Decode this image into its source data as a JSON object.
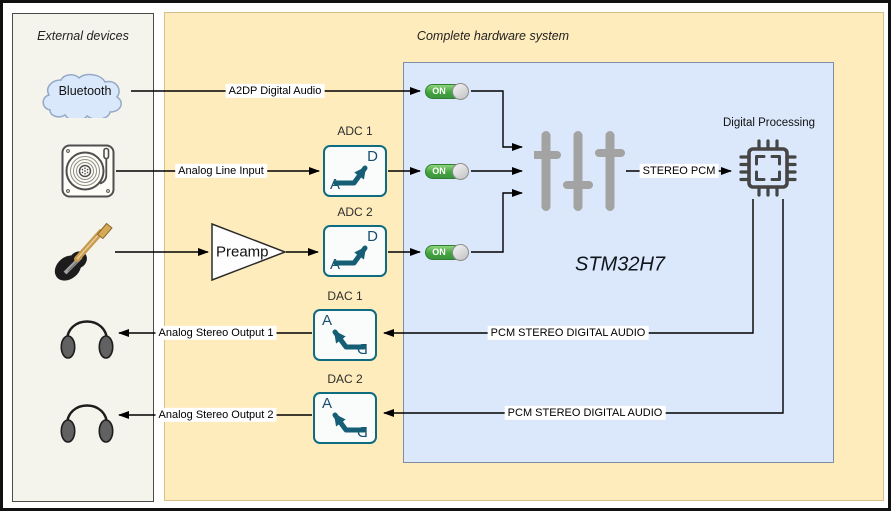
{
  "diagram": {
    "left_panel_title": "External devices",
    "right_panel_title": "Complete hardware system",
    "mcu_label": "STM32H7"
  },
  "devices": {
    "bluetooth_label": "Bluetooth"
  },
  "blocks": {
    "adc1": "ADC 1",
    "adc2": "ADC 2",
    "dac1": "DAC 1",
    "dac2": "DAC 2",
    "preamp": "Preamp",
    "digital_processing": "Digital Processing",
    "letter_a": "A",
    "letter_d": "D"
  },
  "switch": {
    "on_label": "ON"
  },
  "connections": {
    "a2dp": "A2DP Digital Audio",
    "analog_line_input": "Analog Line Input",
    "stereo_pcm": "STEREO PCM",
    "pcm_stereo_1": "PCM STEREO DIGITAL AUDIO",
    "pcm_stereo_2": "PCM STEREO DIGITAL AUDIO",
    "analog_out_1": "Analog Stereo Output 1",
    "analog_out_2": "Analog Stereo Output 2"
  },
  "colors": {
    "external_panel_bg": "#f4f3ec",
    "hardware_panel_bg": "#ffecbc",
    "mcu_panel_bg": "#dbe8fb",
    "switch_green": "#44a340",
    "converter_teal": "#0f6b80",
    "cloud_blue": "#dae8fc",
    "mixer_gray": "#a3a3a3",
    "chip_dark": "#454545"
  }
}
